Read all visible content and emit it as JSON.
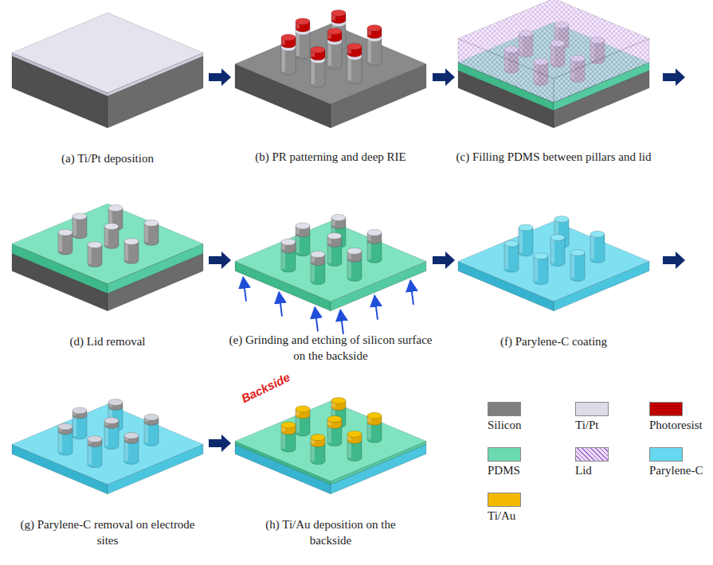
{
  "diagram": {
    "labels": [
      "(a) Ti/Pt deposition",
      "(b) PR patterning and deep RIE",
      "(c) Filling PDMS between pillars and lid",
      "(d) Lid removal",
      "(e) Grinding and etching of silicon surface on the backside",
      "(f) Parylene-C coating",
      "(g) Parylene-C removal on electrode sites",
      "(h) Ti/Au deposition on the backside",
      "Backside"
    ],
    "legend": [
      {
        "text": "Silicon",
        "color": "#7f7f7f"
      },
      {
        "text": "Ti/Pt",
        "color": "#dcdce8"
      },
      {
        "text": "Photoresist",
        "color": "#c00000"
      },
      {
        "text": "PDMS",
        "color": "#6ad9b0"
      },
      {
        "text": "Lid"
      },
      {
        "text": "Parylene-C",
        "color": "#66d9f0"
      },
      {
        "text": "Ti/Au",
        "color": "#f5b800"
      }
    ]
  }
}
